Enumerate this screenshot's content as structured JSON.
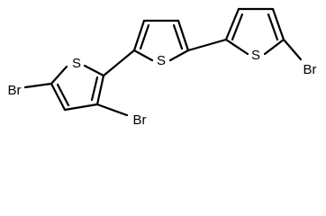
{
  "molecule": {
    "atoms": [
      {
        "id": "s1",
        "label": "S"
      },
      {
        "id": "s2",
        "label": "S"
      },
      {
        "id": "s3",
        "label": "S"
      },
      {
        "id": "br1",
        "label": "Br"
      },
      {
        "id": "br2",
        "label": "Br"
      },
      {
        "id": "br3",
        "label": "Br"
      }
    ]
  }
}
